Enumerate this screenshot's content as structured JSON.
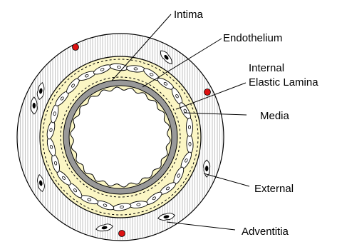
{
  "labels": {
    "intima": "Intima",
    "endothelium": "Endothelium",
    "internal_line1": "Internal",
    "internal_line2": "Elastic Lamina",
    "media": "Media",
    "external": "External",
    "adventitia": "Adventitia"
  },
  "colors": {
    "adventitia_fill": "#ffffff",
    "adventitia_hatch": "#a8a8a8",
    "media_fill": "#fbf6c4",
    "lamina": "#999999",
    "vessel_dot": "#dd1111",
    "outline": "#000000"
  }
}
